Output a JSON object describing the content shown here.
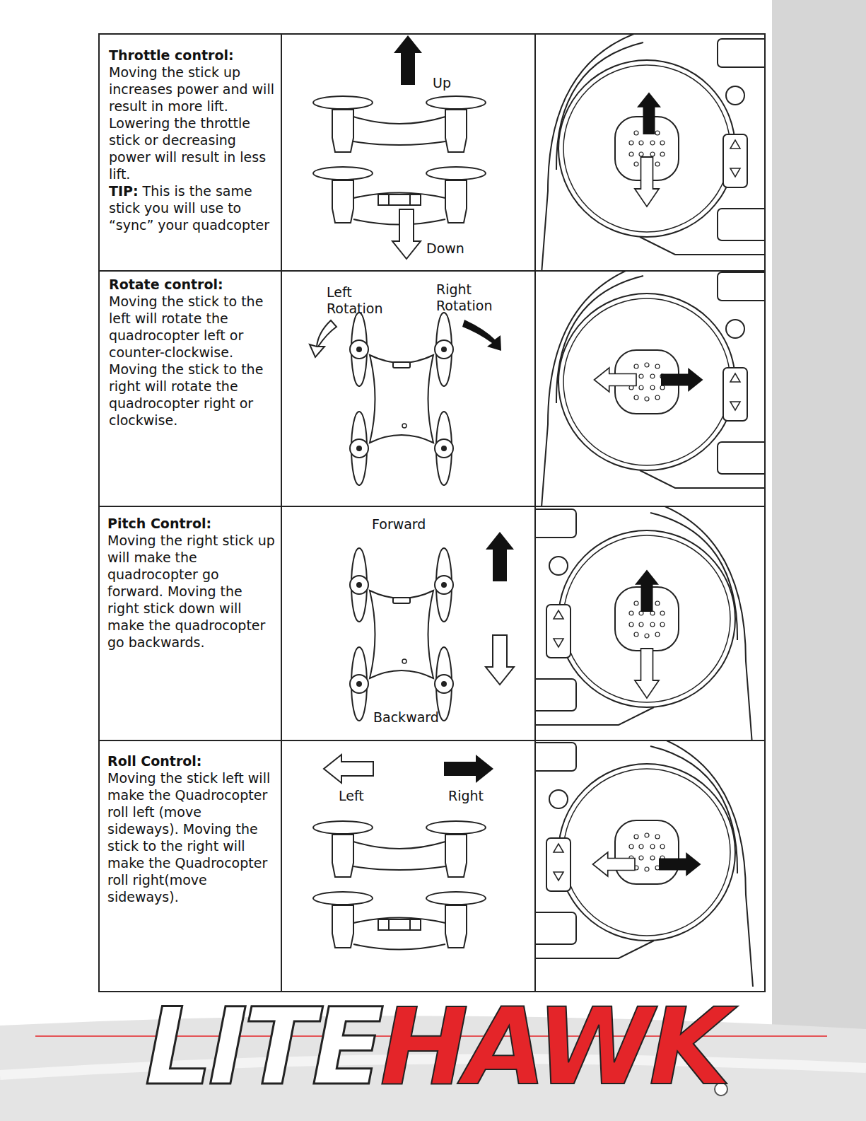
{
  "diagram": {
    "labels": [
      "Throttle control:",
      "Moving the stick up increases power and will result in more lift. Lowering the throttle stick or decreasing power will result in less lift.",
      "TIP:",
      "This is the same stick you will use to “sync” your quadcopter",
      "Up",
      "Down",
      "Rotate control:",
      "Moving the stick to the left will rotate the quadrocopter left or counter-clockwise. Moving the stick to the right will rotate the quadrocopter right or clockwise.",
      "Left Rotation",
      "Right Rotation",
      "Pitch Control:",
      "Moving the right stick up will make the quadrocopter go forward. Moving the right stick down will make the quadrocopter go backwards.",
      "Forward",
      "Backward",
      "Roll Control:",
      "Moving the stick left will make the Quadrocopter roll left (move sideways). Moving the stick to the right will make the Quadrocopter roll right(move sideways).",
      "Left",
      "Right",
      "LITE",
      "HAWK"
    ]
  }
}
